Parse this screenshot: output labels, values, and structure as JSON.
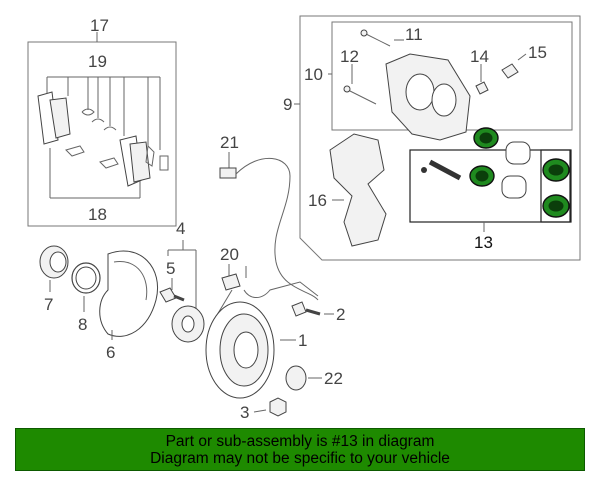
{
  "callouts": {
    "c1": "1",
    "c2": "2",
    "c3": "3",
    "c4": "4",
    "c5": "5",
    "c6": "6",
    "c7": "7",
    "c8": "8",
    "c9": "9",
    "c10": "10",
    "c11": "11",
    "c12": "12",
    "c13": "13",
    "c14": "14",
    "c15": "15",
    "c16": "16",
    "c17": "17",
    "c18": "18",
    "c19": "19",
    "c20": "20",
    "c21": "21",
    "c22": "22"
  },
  "banner": {
    "line1": "Part or sub-assembly is #13 in diagram",
    "line2": "Diagram may not be specific to your vehicle",
    "color": "#1e8a00"
  },
  "highlight": {
    "part": "13",
    "color": "#1f8a1f"
  }
}
